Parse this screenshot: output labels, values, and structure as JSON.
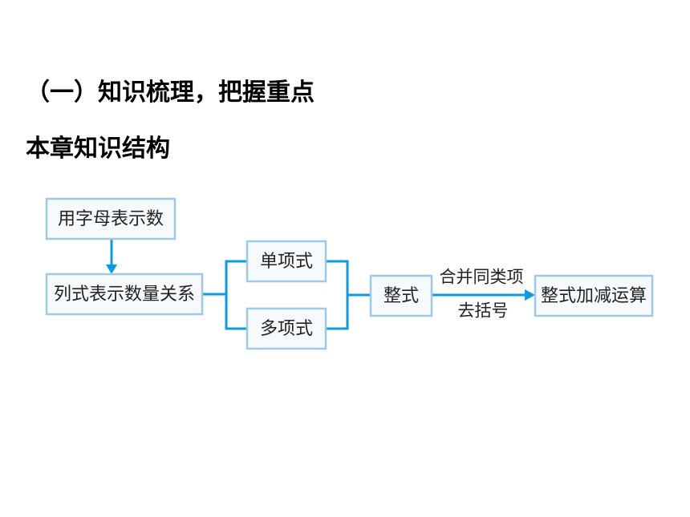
{
  "title": "（一）知识梳理，把握重点",
  "subtitle": "本章知识结构",
  "diagram": {
    "nodes": {
      "letters": "用字母表示数",
      "relations": "列式表示数量关系",
      "monomial": "单项式",
      "polynomial": "多项式",
      "integral": "整式",
      "add_sub": "整式加减运算"
    },
    "edge_labels": {
      "combine": "合并同类项",
      "brackets": "去括号"
    },
    "colors": {
      "line": "#0d9adf",
      "box_border": "#9ec9e6",
      "box_fill": "#f7fafc"
    }
  }
}
